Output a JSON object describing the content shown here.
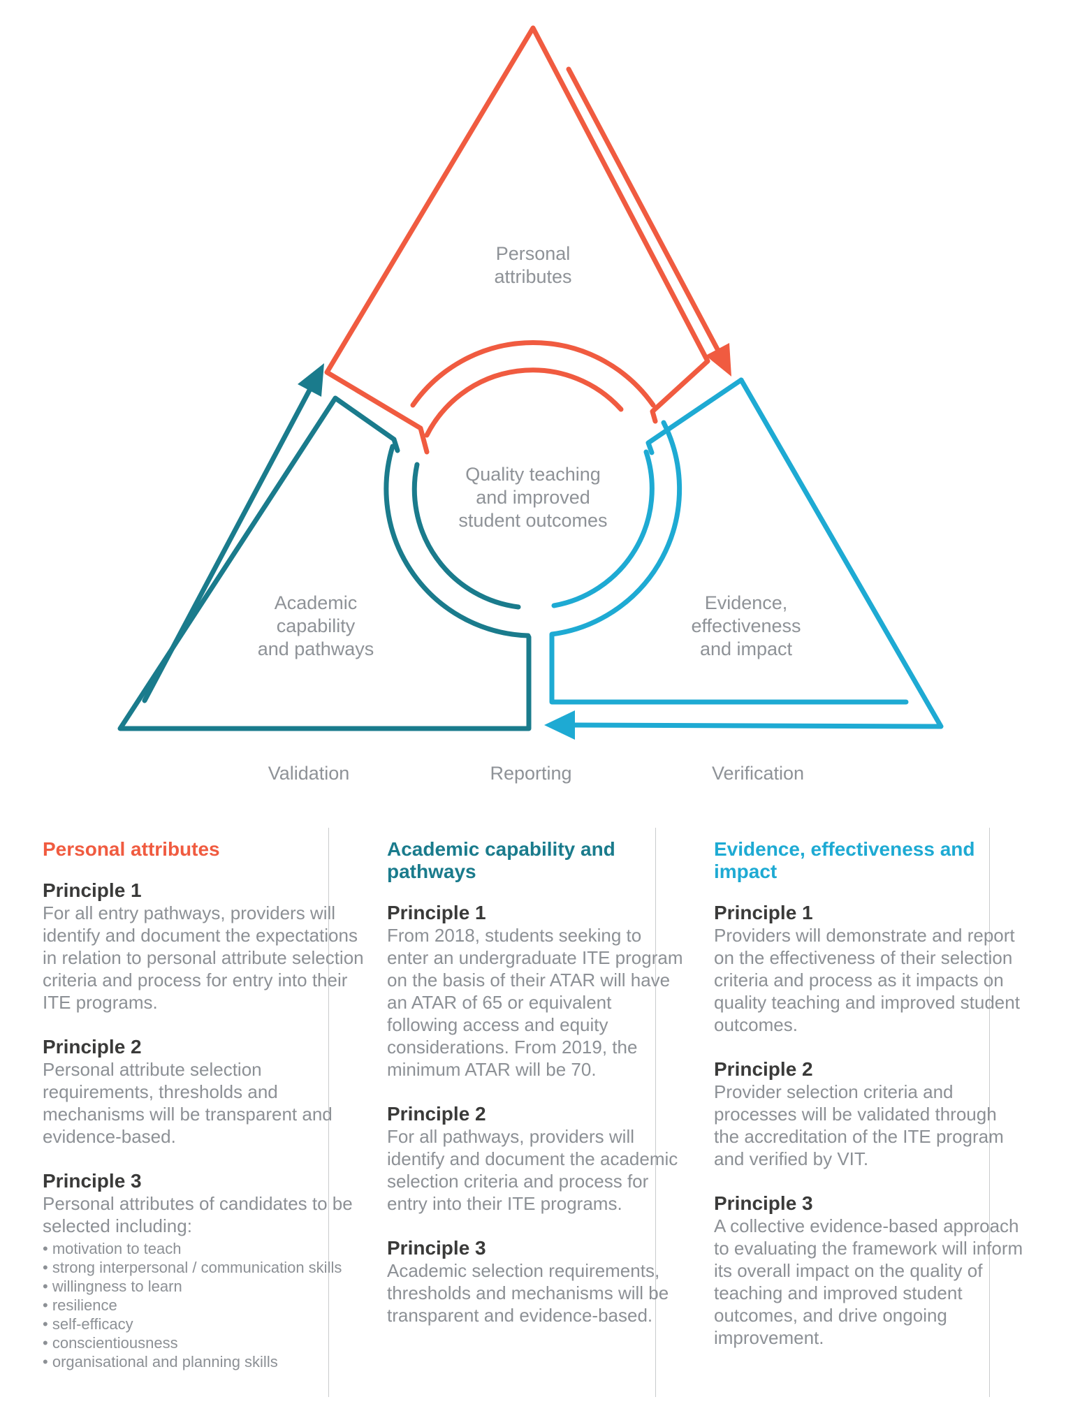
{
  "diagram": {
    "center_lines": [
      "Quality teaching",
      "and improved",
      "student outcomes"
    ],
    "section_labels": {
      "personal": [
        "Personal",
        "attributes"
      ],
      "academic": [
        "Academic",
        "capability",
        "and pathways"
      ],
      "evidence": [
        "Evidence,",
        "effectiveness",
        "and impact"
      ]
    },
    "flow_labels": [
      "Validation",
      "Reporting",
      "Verification"
    ],
    "colors": {
      "orange": "#F05B40",
      "teal": "#1A7B8C",
      "blue": "#1EAAD3",
      "label_grey": "#8E9297"
    }
  },
  "columns": [
    {
      "header": "Personal attributes",
      "header_color": "#F05B40",
      "principles": [
        {
          "title": "Principle 1",
          "body": "For all entry pathways, providers will identify and document the expectations in relation to personal attribute selection criteria and process for entry into their ITE programs."
        },
        {
          "title": "Principle 2",
          "body": "Personal attribute selection requirements, thresholds and mechanisms will be transparent and evidence-based."
        },
        {
          "title": "Principle 3",
          "body": "Personal attributes of candidates to be selected including:",
          "bullets": [
            "motivation to teach",
            "strong interpersonal / communication skills",
            "willingness to learn",
            "resilience",
            "self-efficacy",
            "conscientiousness",
            "organisational and planning skills"
          ]
        }
      ]
    },
    {
      "header": "Academic capability and pathways",
      "header_color": "#1A7B8C",
      "principles": [
        {
          "title": "Principle 1",
          "body": "From 2018, students seeking to enter an undergraduate ITE program on the basis of their ATAR will have an ATAR of 65 or equivalent following access and equity considerations. From 2019, the minimum ATAR will be 70."
        },
        {
          "title": "Principle 2",
          "body": "For all pathways, providers will identify and document the academic selection criteria and process for entry into their ITE programs."
        },
        {
          "title": "Principle 3",
          "body": "Academic selection requirements, thresholds and mechanisms will be transparent and evidence-based."
        }
      ]
    },
    {
      "header": "Evidence, effectiveness and impact",
      "header_color": "#1EAAD3",
      "principles": [
        {
          "title": "Principle 1",
          "body": "Providers will demonstrate and report on the effectiveness of their selection criteria and process as it impacts on quality teaching and improved student outcomes."
        },
        {
          "title": "Principle 2",
          "body": "Provider selection criteria and processes will be validated through the accreditation of the ITE program and verified by VIT."
        },
        {
          "title": "Principle 3",
          "body": "A collective evidence-based approach to evaluating the framework will inform its overall impact on the quality of teaching and improved student outcomes, and drive ongoing improvement."
        }
      ]
    }
  ]
}
